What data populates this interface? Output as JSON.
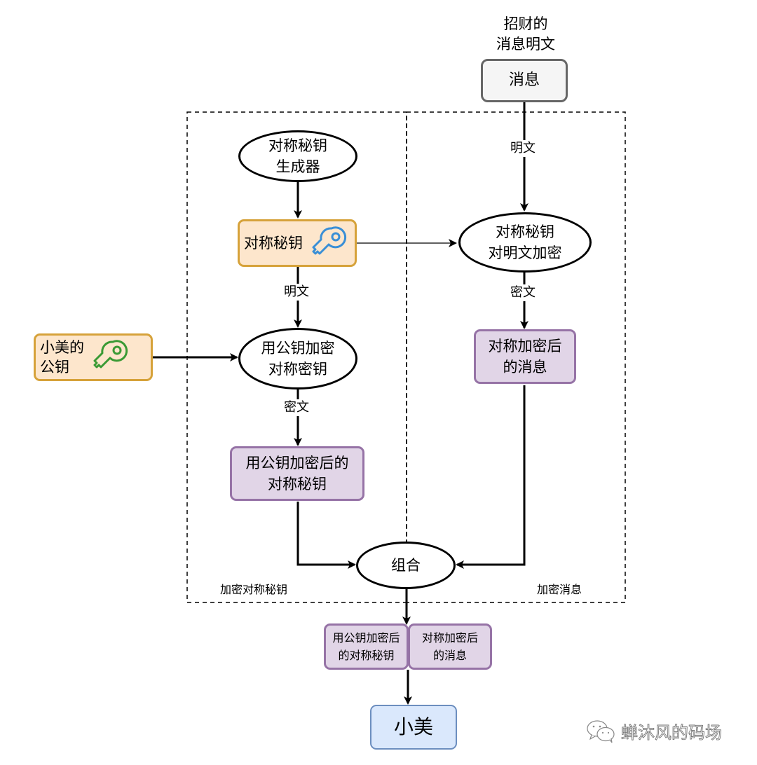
{
  "caption_top": "招财的\n消息明文",
  "nodes": {
    "message": "消息",
    "sym_key_generator": "对称秘钥\n生成器",
    "sym_key": "对称秘钥",
    "xiaomei_pubkey": "小美的\n公钥",
    "encrypt_sym_key": "用公钥加密\n对称密钥",
    "encrypted_sym_key": "用公钥加密后的\n对称秘钥",
    "encrypt_plaintext": "对称秘钥\n对明文加密",
    "encrypted_message": "对称加密后\n的消息",
    "combine": "组合",
    "bundle_left": "用公钥加密后\n的对称秘钥",
    "bundle_right": "对称加密后\n的消息",
    "recipient": "小美"
  },
  "edge_labels": {
    "message_plaintext": "明文",
    "key_plaintext": "明文",
    "key_ciphertext": "密文",
    "message_ciphertext": "密文"
  },
  "groups": {
    "left": "加密对称秘钥",
    "right": "加密消息"
  },
  "colors": {
    "orange_fill": "#fde6cc",
    "orange_stroke": "#d6a23a",
    "purple_fill": "#e1d5e7",
    "purple_stroke": "#9673a6",
    "blue_fill": "#dae8fc",
    "blue_stroke": "#6c8ebf",
    "key_blue": "#3a8fd6",
    "key_green": "#3a9a34"
  },
  "icons": {
    "sym_key_icon": "key-icon",
    "pub_key_icon": "key-icon",
    "watermark_icon": "wechat-icon"
  },
  "watermark": "蝉沐风的码场"
}
